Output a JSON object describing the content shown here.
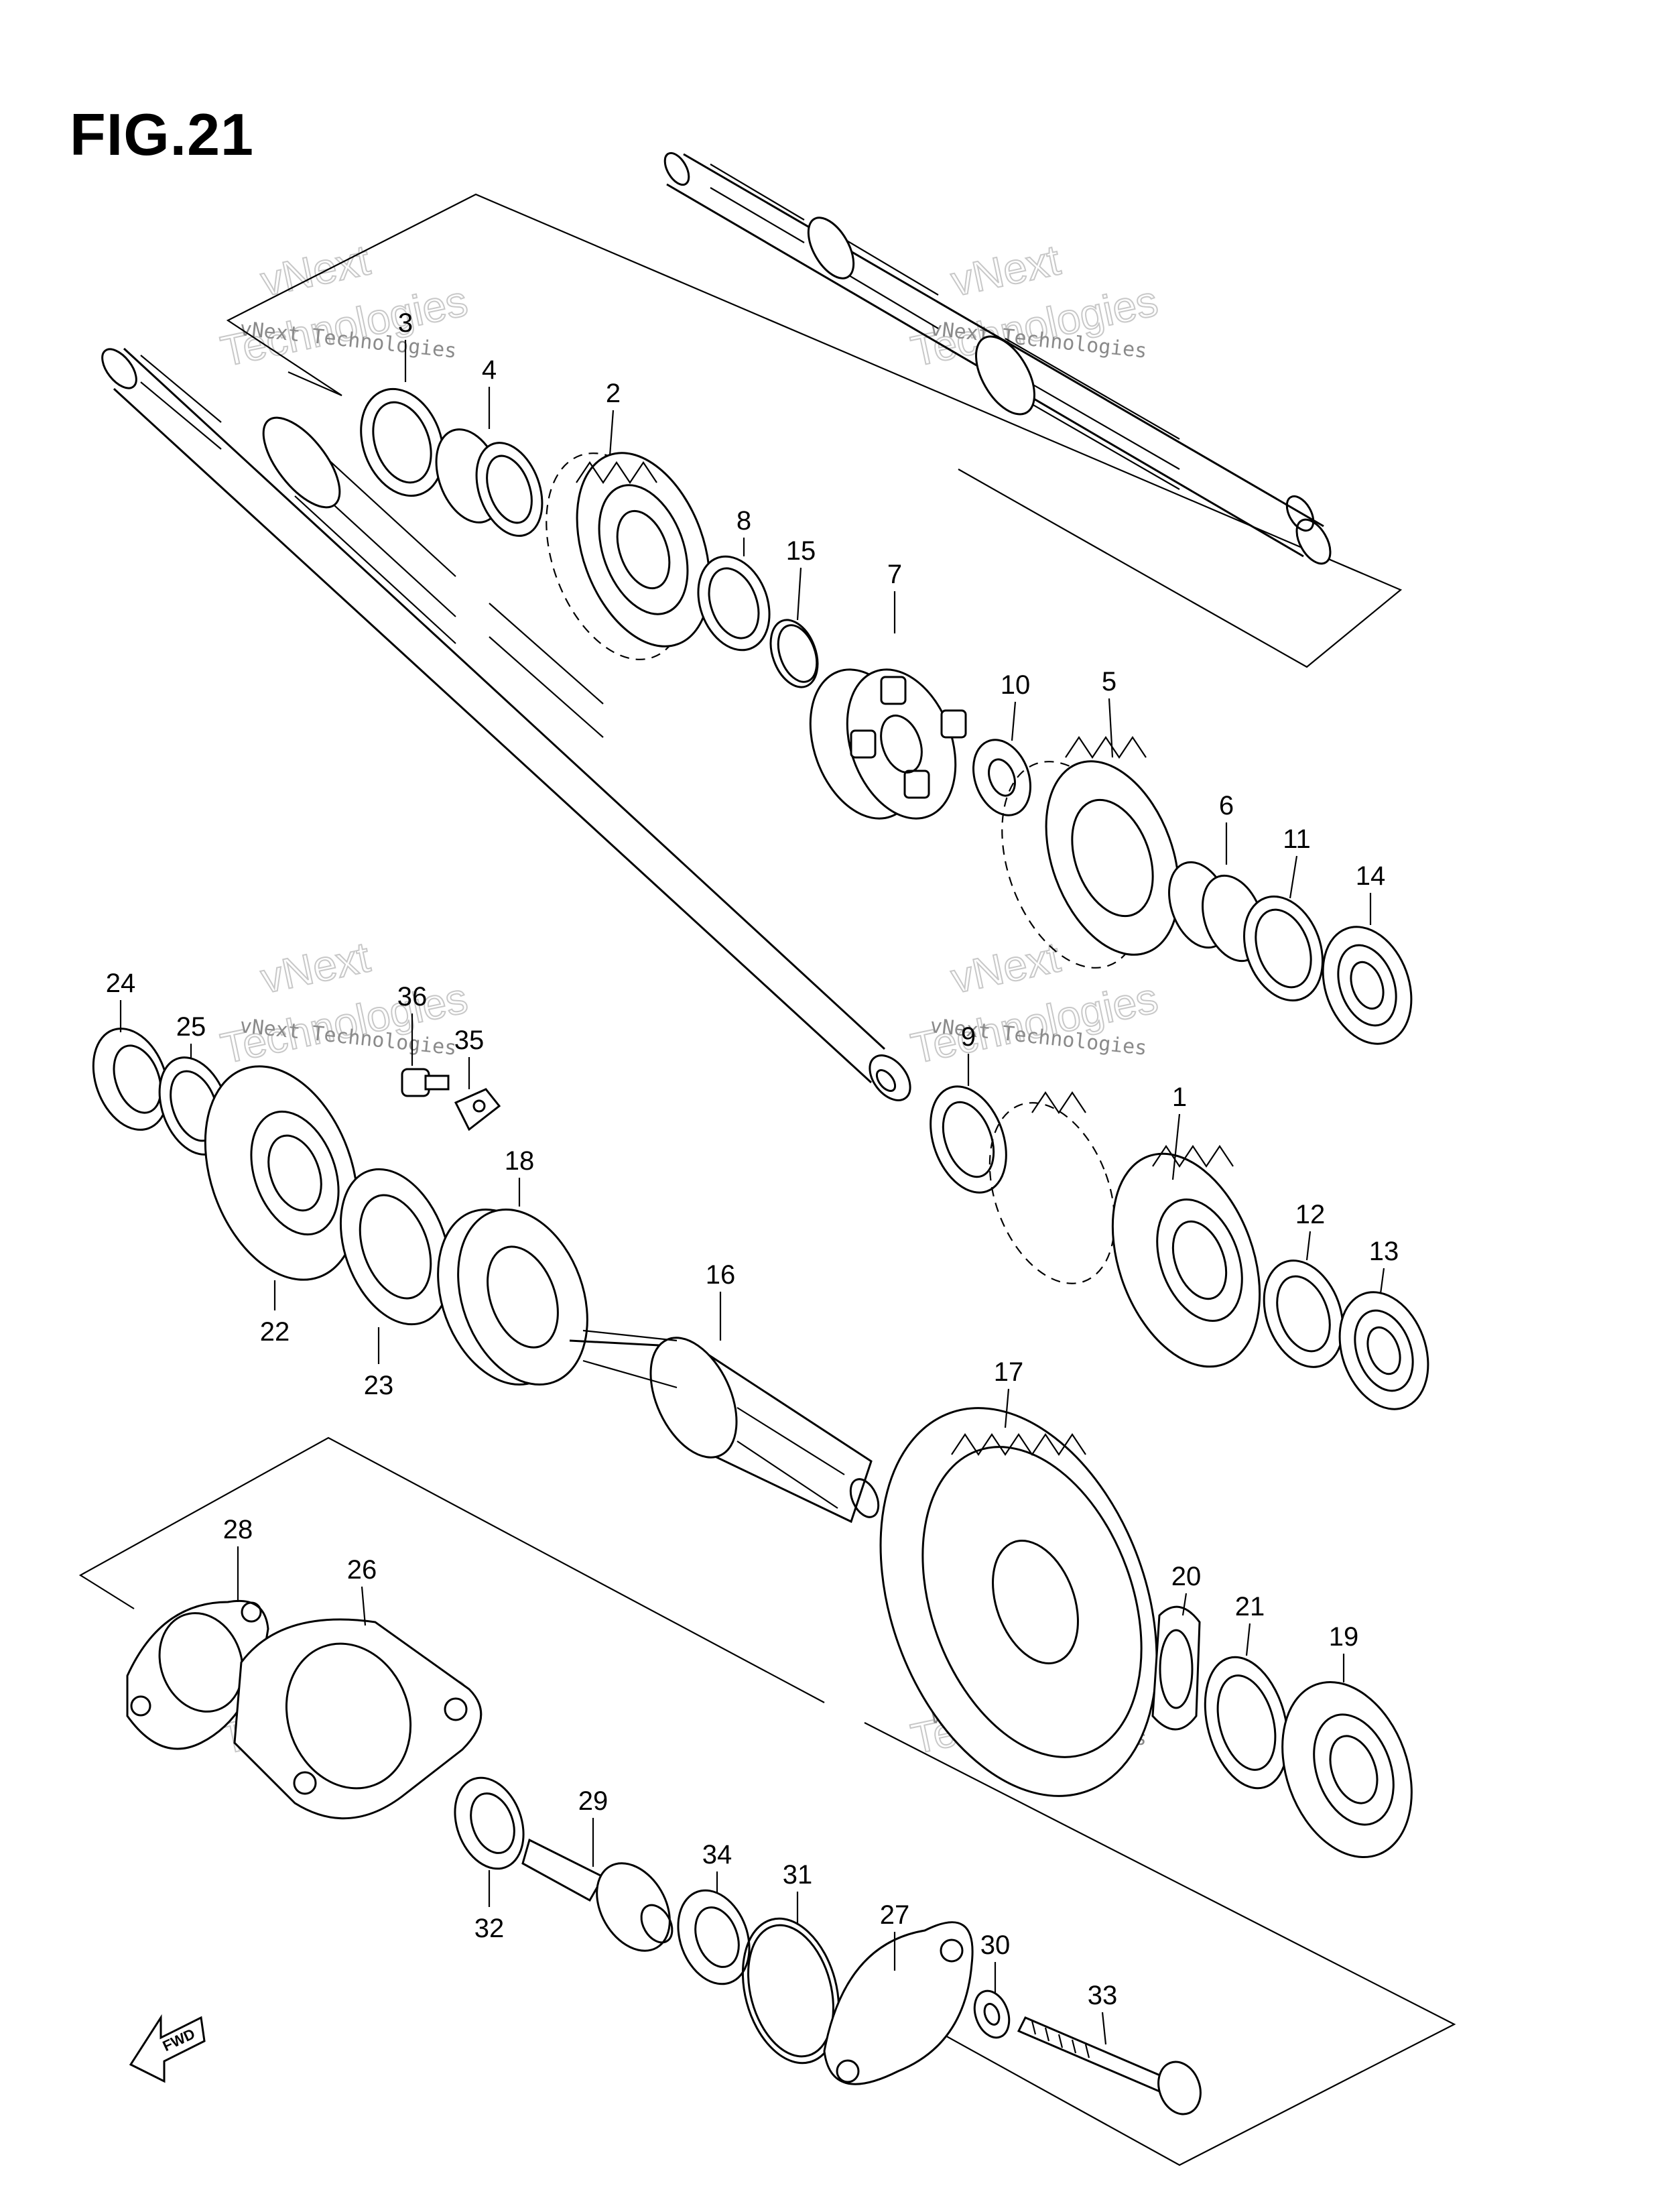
{
  "figure": {
    "title": "FIG.21"
  },
  "direction_arrow": {
    "label": "FWD"
  },
  "watermark": {
    "line1": "vNext Technologies",
    "line2": "vNext",
    "line3": "Technologies"
  },
  "callouts": [
    {
      "n": "1"
    },
    {
      "n": "2"
    },
    {
      "n": "3"
    },
    {
      "n": "4"
    },
    {
      "n": "5"
    },
    {
      "n": "6"
    },
    {
      "n": "7"
    },
    {
      "n": "8"
    },
    {
      "n": "9"
    },
    {
      "n": "10"
    },
    {
      "n": "11"
    },
    {
      "n": "12"
    },
    {
      "n": "13"
    },
    {
      "n": "14"
    },
    {
      "n": "15"
    },
    {
      "n": "16"
    },
    {
      "n": "17"
    },
    {
      "n": "18"
    },
    {
      "n": "19"
    },
    {
      "n": "20"
    },
    {
      "n": "21"
    },
    {
      "n": "22"
    },
    {
      "n": "23"
    },
    {
      "n": "24"
    },
    {
      "n": "25"
    },
    {
      "n": "26"
    },
    {
      "n": "27"
    },
    {
      "n": "28"
    },
    {
      "n": "29"
    },
    {
      "n": "30"
    },
    {
      "n": "31"
    },
    {
      "n": "32"
    },
    {
      "n": "33"
    },
    {
      "n": "34"
    },
    {
      "n": "35"
    },
    {
      "n": "36"
    }
  ]
}
